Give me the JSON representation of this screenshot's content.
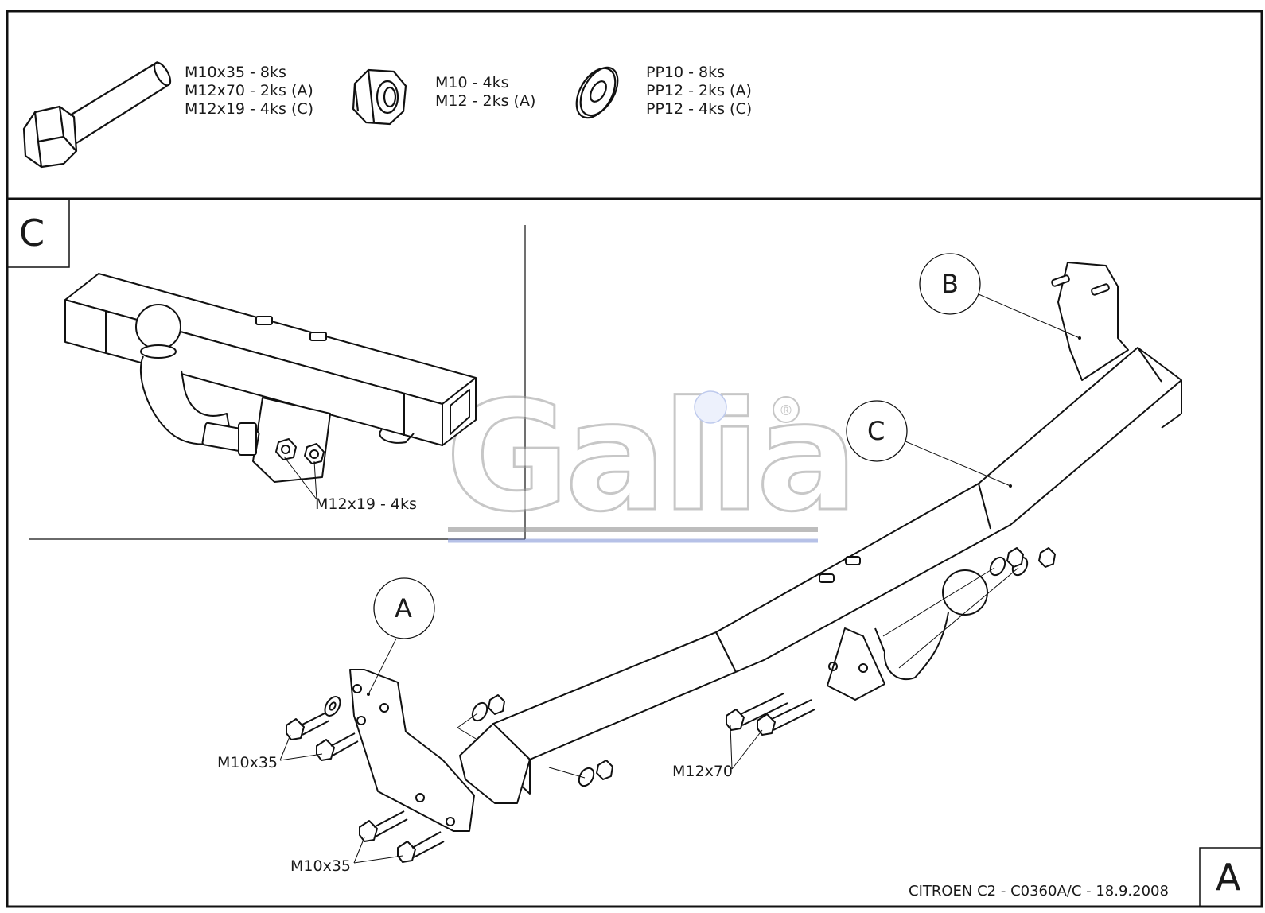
{
  "parts": {
    "bolts": [
      "M10x35 - 8ks",
      "M12x70 - 2ks (A)",
      "M12x19 - 4ks (C)"
    ],
    "nuts": [
      "M10 - 4ks",
      "M12 - 2ks (A)"
    ],
    "washers": [
      "PP10 - 8ks",
      "PP12 - 2ks (A)",
      "PP12 - 4ks (C)"
    ]
  },
  "detail": {
    "letter": "C",
    "callout": "M12x19 - 4ks"
  },
  "main": {
    "circle_labels": {
      "a": "A",
      "b": "B",
      "c": "C"
    },
    "callouts": {
      "m10_upper": "M10x35",
      "m10_lower": "M10x35",
      "m12": "M12x70"
    }
  },
  "watermark": {
    "brand": "Galia",
    "registered": "®"
  },
  "footer": {
    "title": "CITROEN C2 - C0360A/C - 18.9.2008",
    "sheet_letter": "A"
  }
}
